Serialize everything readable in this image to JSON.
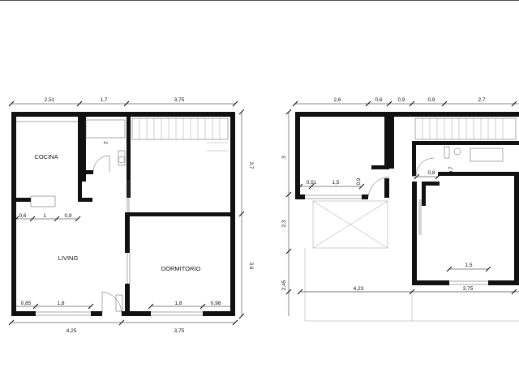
{
  "rooms": {
    "cocina": "COCINA",
    "living": "LIVING",
    "dormitorio": "DORMITORIO"
  },
  "plan_left": {
    "dim_top": [
      "2,51",
      "1,7",
      "3,75"
    ],
    "dim_bottom": [
      "4,25",
      "3,75"
    ],
    "dim_right": [
      "3,7",
      "3,9"
    ],
    "inner": {
      "wall_a": "0,6",
      "wall_b": "1",
      "wall_c": "0,9",
      "bath": "2",
      "win_living_l": "0,85",
      "win_living": "1,8",
      "win_dorm": "1,8",
      "win_dorm_r": "0,98"
    }
  },
  "plan_right": {
    "dim_top": [
      "2,6",
      "0,6",
      "0,9",
      "0,9",
      "2,7"
    ],
    "dim_left": [
      "3",
      "2,3",
      "2,45"
    ],
    "dim_bottom": [
      "4,23",
      "3,75"
    ],
    "inner": {
      "a": "0,51",
      "b": "1,5",
      "c": "0,9",
      "d": "0,8",
      "e": "0,7",
      "win": "1,5"
    }
  }
}
